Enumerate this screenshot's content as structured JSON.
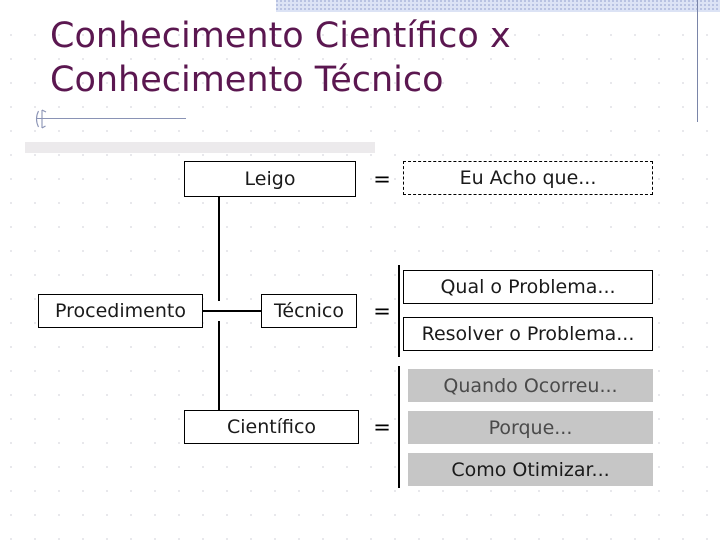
{
  "slide": {
    "title": "Conhecimento Científico x\nConhecimento Técnico",
    "title_color": "#5b1750",
    "background_color": "#ffffff",
    "accent_band_color": "#dce3f5",
    "fill_box_color": "#c6c6c6"
  },
  "diagram": {
    "equals_sign": "=",
    "rows": [
      {
        "id": "leigo",
        "left_box": "Leigo",
        "results": [
          "Eu Acho que..."
        ],
        "result_style": "dashed"
      },
      {
        "id": "tecnico",
        "left_box": "Procedimento",
        "mid_box": "Técnico",
        "results": [
          "Qual o Problema...",
          "Resolver o Problema..."
        ],
        "result_style": "solid"
      },
      {
        "id": "cientifico",
        "left_box": "Científico",
        "results": [
          "Quando Ocorreu...",
          "Porque...",
          "Como Otimizar..."
        ],
        "result_style": "filled"
      }
    ]
  }
}
